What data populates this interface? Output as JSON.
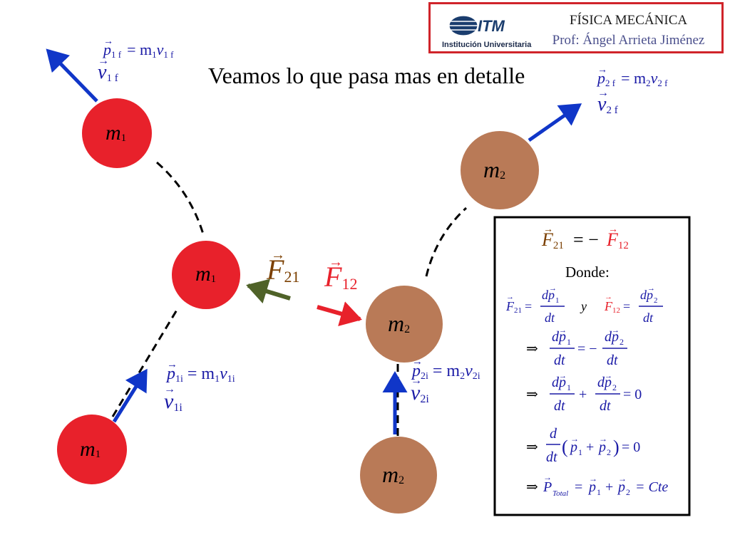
{
  "header": {
    "course": "FÍSICA MECÁNICA",
    "professor": "Prof: Ángel Arrieta Jiménez",
    "logo_text": "ITM",
    "logo_subtitle": "Institución Universitaria"
  },
  "title": "Veamos lo que pasa mas en detalle",
  "colors": {
    "mass1": "#e8212b",
    "mass2": "#b97a57",
    "velocity_arrow": "#1036c8",
    "force_f21": "#4f6228",
    "force_f12": "#e8212b",
    "equation_blue": "#1a1aa6",
    "frame_red": "#d0242a"
  },
  "masses": {
    "m1_label": "m",
    "m1_sub": "1",
    "m2_label": "m",
    "m2_sub": "2"
  },
  "labels": {
    "p1f": {
      "p": "p",
      "sub": "1 f",
      "eq": "= m",
      "msub": "1",
      "v": "v",
      "vsub": "1 f"
    },
    "v1f": {
      "v": "v",
      "sub": "1 f"
    },
    "p2f": {
      "p": "p",
      "sub": "2 f",
      "eq": "= m",
      "msub": "2",
      "v": "v",
      "vsub": "2 f"
    },
    "v2f": {
      "v": "v",
      "sub": "2 f"
    },
    "p1i": {
      "p": "p",
      "sub": "1i",
      "eq": "= m",
      "msub": "1",
      "v": "v",
      "vsub": "1i"
    },
    "v1i": {
      "v": "v",
      "sub": "1i"
    },
    "p2i": {
      "p": "p",
      "sub": "2i",
      "eq": "= m",
      "msub": "2",
      "v": "v",
      "vsub": "2i"
    },
    "v2i": {
      "v": "v",
      "sub": "2i"
    },
    "F21": {
      "F": "F",
      "sub": "21"
    },
    "F12": {
      "F": "F",
      "sub": "12"
    }
  },
  "equations_box": {
    "law": {
      "lhs_F": "F",
      "lhs_sub": "21",
      "eq": "= −",
      "rhs_F": "F",
      "rhs_sub": "12"
    },
    "donde": "Donde:",
    "def_y": "y",
    "dp": "dp",
    "dt": "dt",
    "sub1": "1",
    "sub2": "2",
    "implies": "⇒",
    "eq_neg": "= −",
    "plus": "+",
    "eq_zero": "= 0",
    "d": "d",
    "p_total": "P",
    "total_sub": "Total",
    "cte": "= Cte"
  }
}
